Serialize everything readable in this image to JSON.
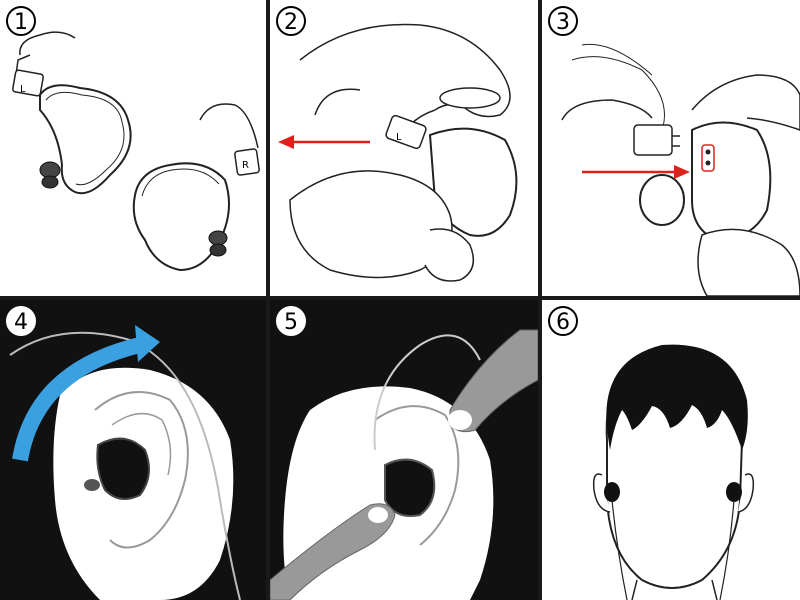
{
  "steps": [
    {
      "number": "1",
      "labels": {
        "left": "L",
        "right": "R"
      }
    },
    {
      "number": "2",
      "labels": {
        "left": "L"
      }
    },
    {
      "number": "3"
    },
    {
      "number": "4"
    },
    {
      "number": "5"
    },
    {
      "number": "6"
    }
  ],
  "colors": {
    "arrow_red": "#e0201b",
    "arrow_blue": "#3aa0e0",
    "panel_dark": "#111111",
    "line": "#222222"
  }
}
